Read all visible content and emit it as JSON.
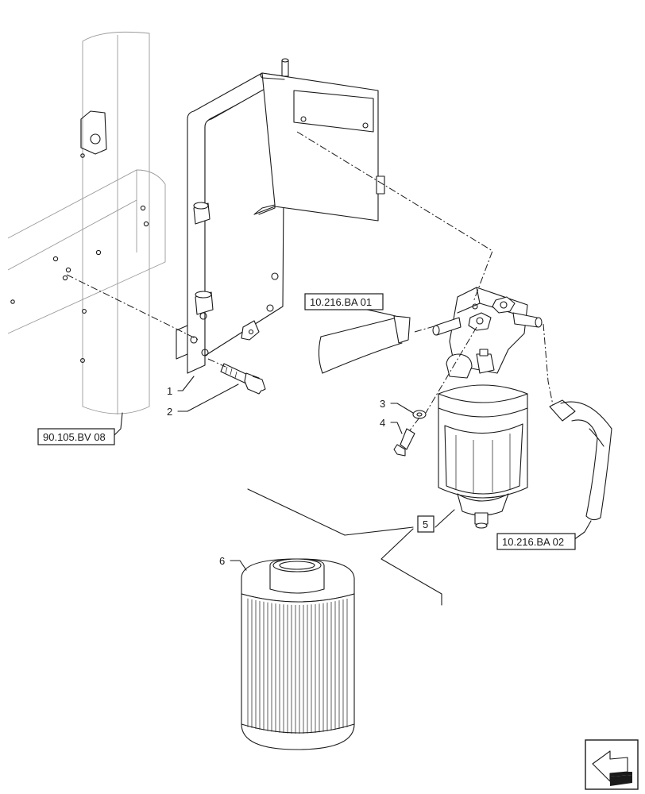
{
  "callouts": {
    "item1": "1",
    "item2": "2",
    "item3": "3",
    "item4": "4",
    "item5": "5",
    "item6": "6"
  },
  "references": {
    "frame": "90.105.BV 08",
    "hose_in": "10.216.BA 01",
    "hose_out": "10.216.BA 02"
  },
  "icons": {
    "nav": "page-navigation-arrow-icon"
  }
}
